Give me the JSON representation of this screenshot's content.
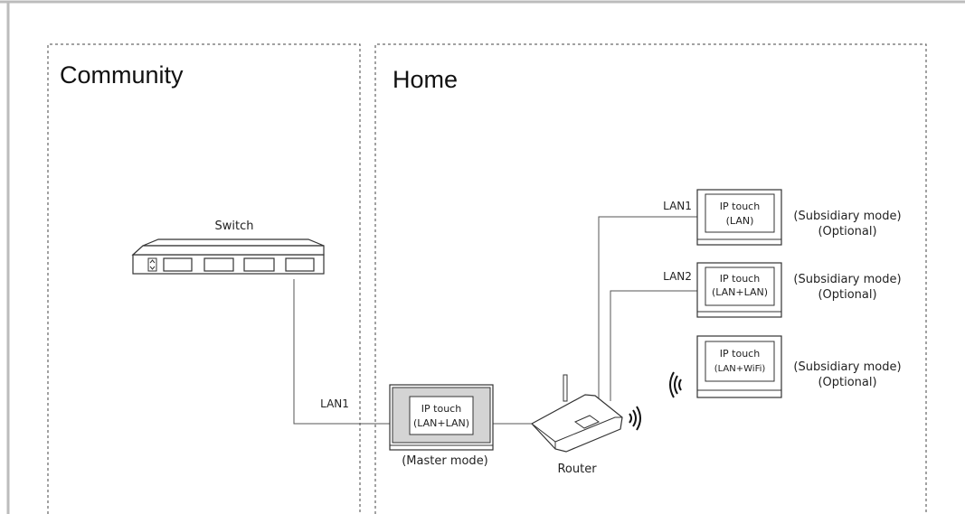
{
  "zones": {
    "community": "Community",
    "home": "Home"
  },
  "switch": {
    "label": "Switch"
  },
  "master": {
    "line1": "IP touch",
    "line2": "(LAN+LAN)",
    "caption": "(Master mode)",
    "link_label": "LAN1"
  },
  "router": {
    "label": "Router"
  },
  "subsidiaries": [
    {
      "line1": "IP touch",
      "line2": "(LAN)",
      "mode": "(Subsidiary mode)",
      "optional": "(Optional)",
      "link_label": "LAN1"
    },
    {
      "line1": "IP touch",
      "line2": "(LAN+LAN)",
      "mode": "(Subsidiary mode)",
      "optional": "(Optional)",
      "link_label": "LAN2"
    },
    {
      "line1": "IP touch",
      "line2": "(LAN+WiFi)",
      "mode": "(Subsidiary mode)",
      "optional": "(Optional)"
    }
  ],
  "colors": {
    "line": "#555555",
    "device_fill": "#ffffff",
    "master_fill": "#d4d4d4",
    "frame": "#bcbcbc"
  }
}
